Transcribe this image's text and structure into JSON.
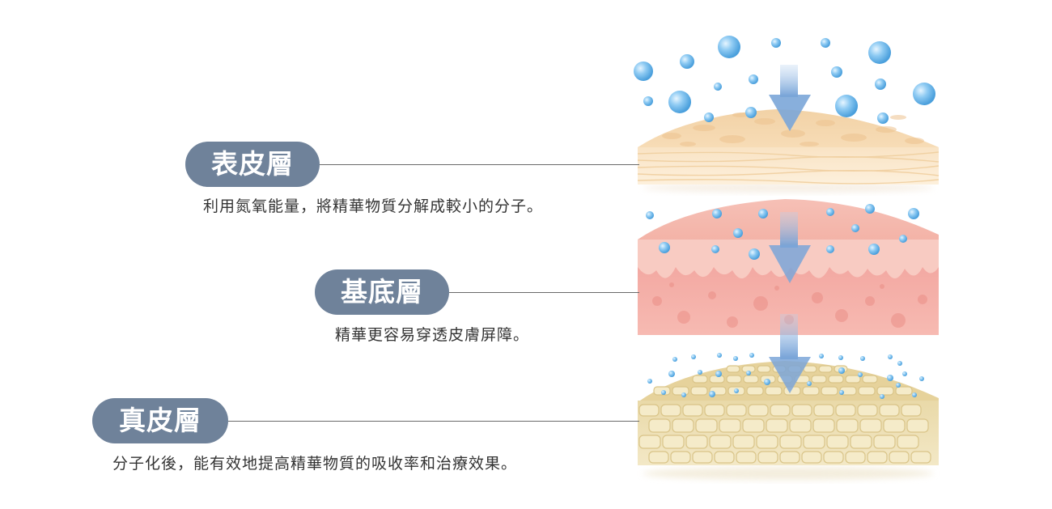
{
  "layers": [
    {
      "name": "表皮層",
      "description": "利用氮氧能量，將精華物質分解成較小的分子。"
    },
    {
      "name": "基底層",
      "description": "精華更容易穿透皮膚屏障。"
    },
    {
      "name": "真皮層",
      "description": "分子化後，能有效地提高精華物質的吸收率和治療效果。"
    }
  ],
  "colors": {
    "label_pill": "#6f829a",
    "connector_line": "#6a6a6a",
    "arrow": "#7fa6d6",
    "bubble": "#6fb8ec",
    "epidermis": "#f6d9b0",
    "basal": "#f0a9a0",
    "dermis": "#ecdcae"
  },
  "icons": {
    "arrow": "down-arrow-icon",
    "bubble": "molecule-bubble-icon"
  }
}
